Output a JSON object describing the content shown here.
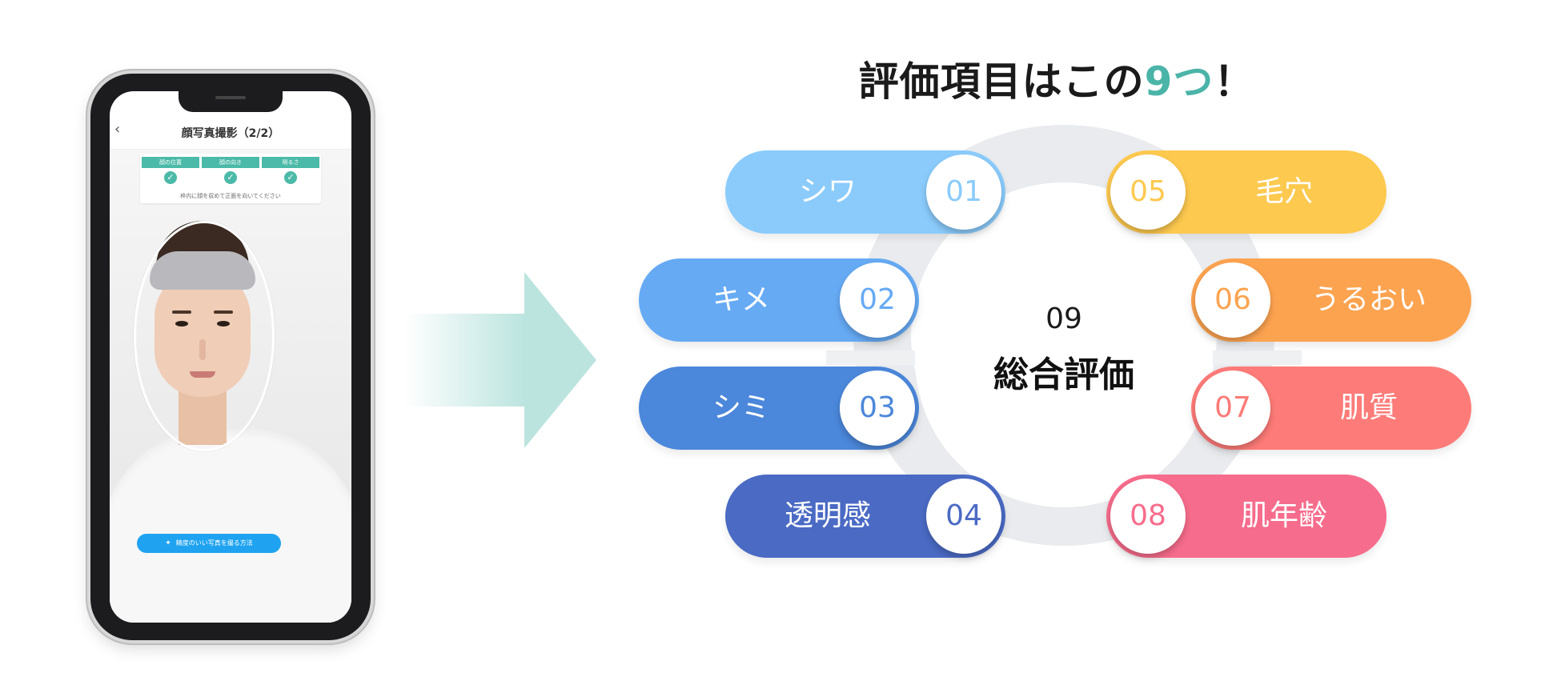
{
  "phone": {
    "header_title": "顔写真撮影（2/2）",
    "back_glyph": "‹",
    "checks": [
      {
        "label": "顔の位置",
        "mark": "✓"
      },
      {
        "label": "顔の向き",
        "mark": "✓"
      },
      {
        "label": "明るさ",
        "mark": "✓"
      }
    ],
    "check_message": "枠内に顔を収めて正面を向いてください",
    "tip_button": "精度のいい写真を撮る方法",
    "sparkle_glyph": "✦"
  },
  "headline": {
    "prefix": "評価項目はこの",
    "accent": "9つ",
    "suffix": "！",
    "accent_color": "#4bb4a8"
  },
  "center": {
    "number": "09",
    "label": "総合評価"
  },
  "items": [
    {
      "number": "01",
      "label": "シワ",
      "color": "#8acbfb"
    },
    {
      "number": "02",
      "label": "キメ",
      "color": "#66aaf4"
    },
    {
      "number": "03",
      "label": "シミ",
      "color": "#4b87da"
    },
    {
      "number": "04",
      "label": "透明感",
      "color": "#4a6ac4"
    },
    {
      "number": "05",
      "label": "毛穴",
      "color": "#fdc94f"
    },
    {
      "number": "06",
      "label": "うるおい",
      "color": "#fca350"
    },
    {
      "number": "07",
      "label": "肌質",
      "color": "#fd7b78"
    },
    {
      "number": "08",
      "label": "肌年齢",
      "color": "#f66c8c"
    }
  ]
}
